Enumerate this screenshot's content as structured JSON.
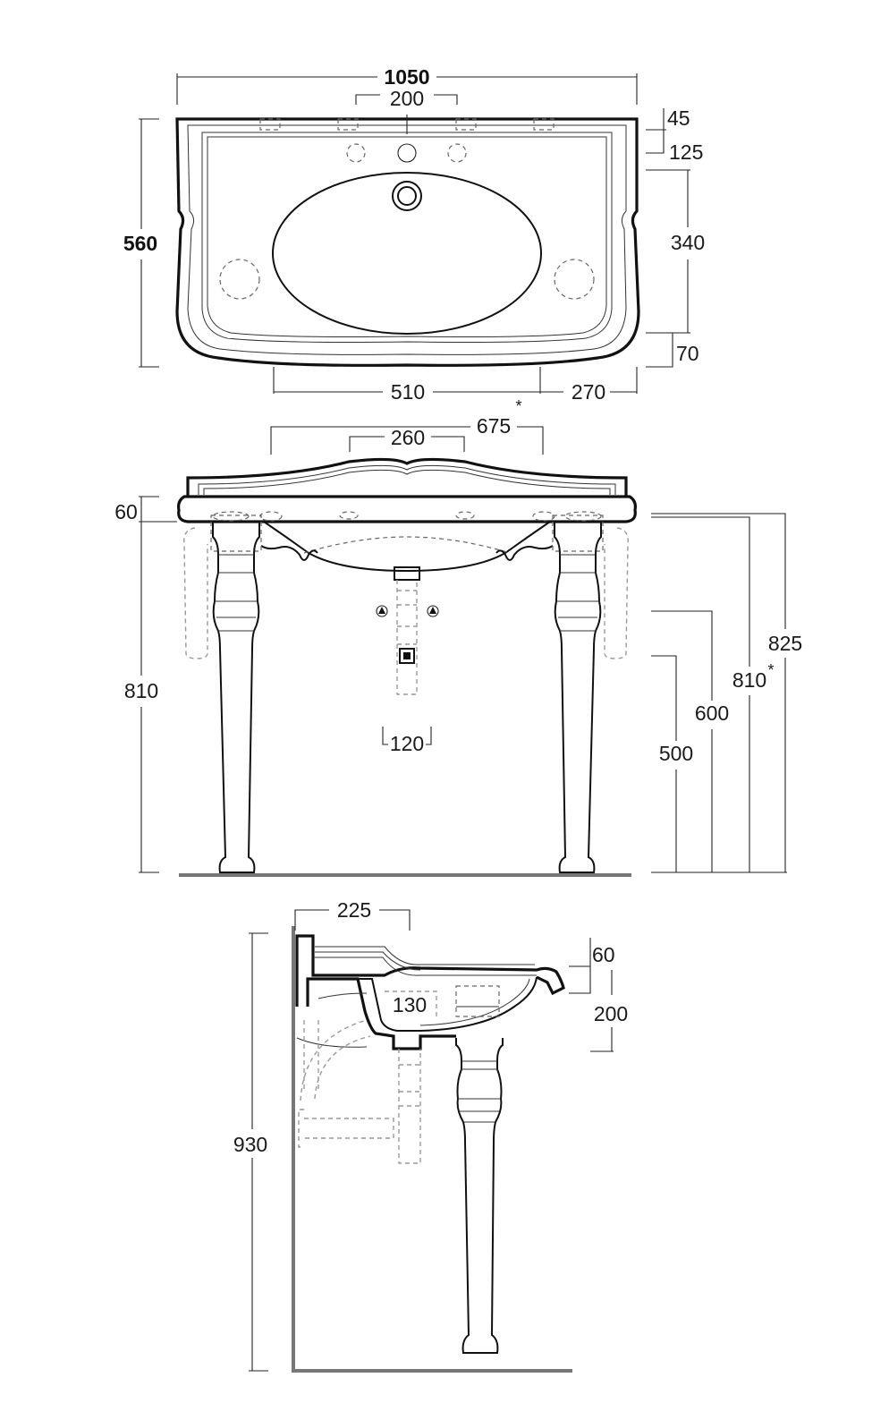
{
  "top_view": {
    "width": "1050",
    "tap_spacing": "200",
    "depth": "560",
    "rim_back": "45",
    "tap_offset": "125",
    "bowl_depth": "340",
    "front": "70",
    "bowl_width": "510",
    "side": "270",
    "star": "*"
  },
  "front_view": {
    "leg_span": "675",
    "bowl_span": "260",
    "top_thickness": "60",
    "floor_to_top_left": "810",
    "trap_width": "120",
    "h500": "500",
    "h600": "600",
    "h810": "810",
    "star": "*",
    "h825": "825"
  },
  "side_view": {
    "setback": "225",
    "overall_height": "930",
    "waste_offset": "130",
    "rim_thickness": "60",
    "bowl_height": "200"
  }
}
